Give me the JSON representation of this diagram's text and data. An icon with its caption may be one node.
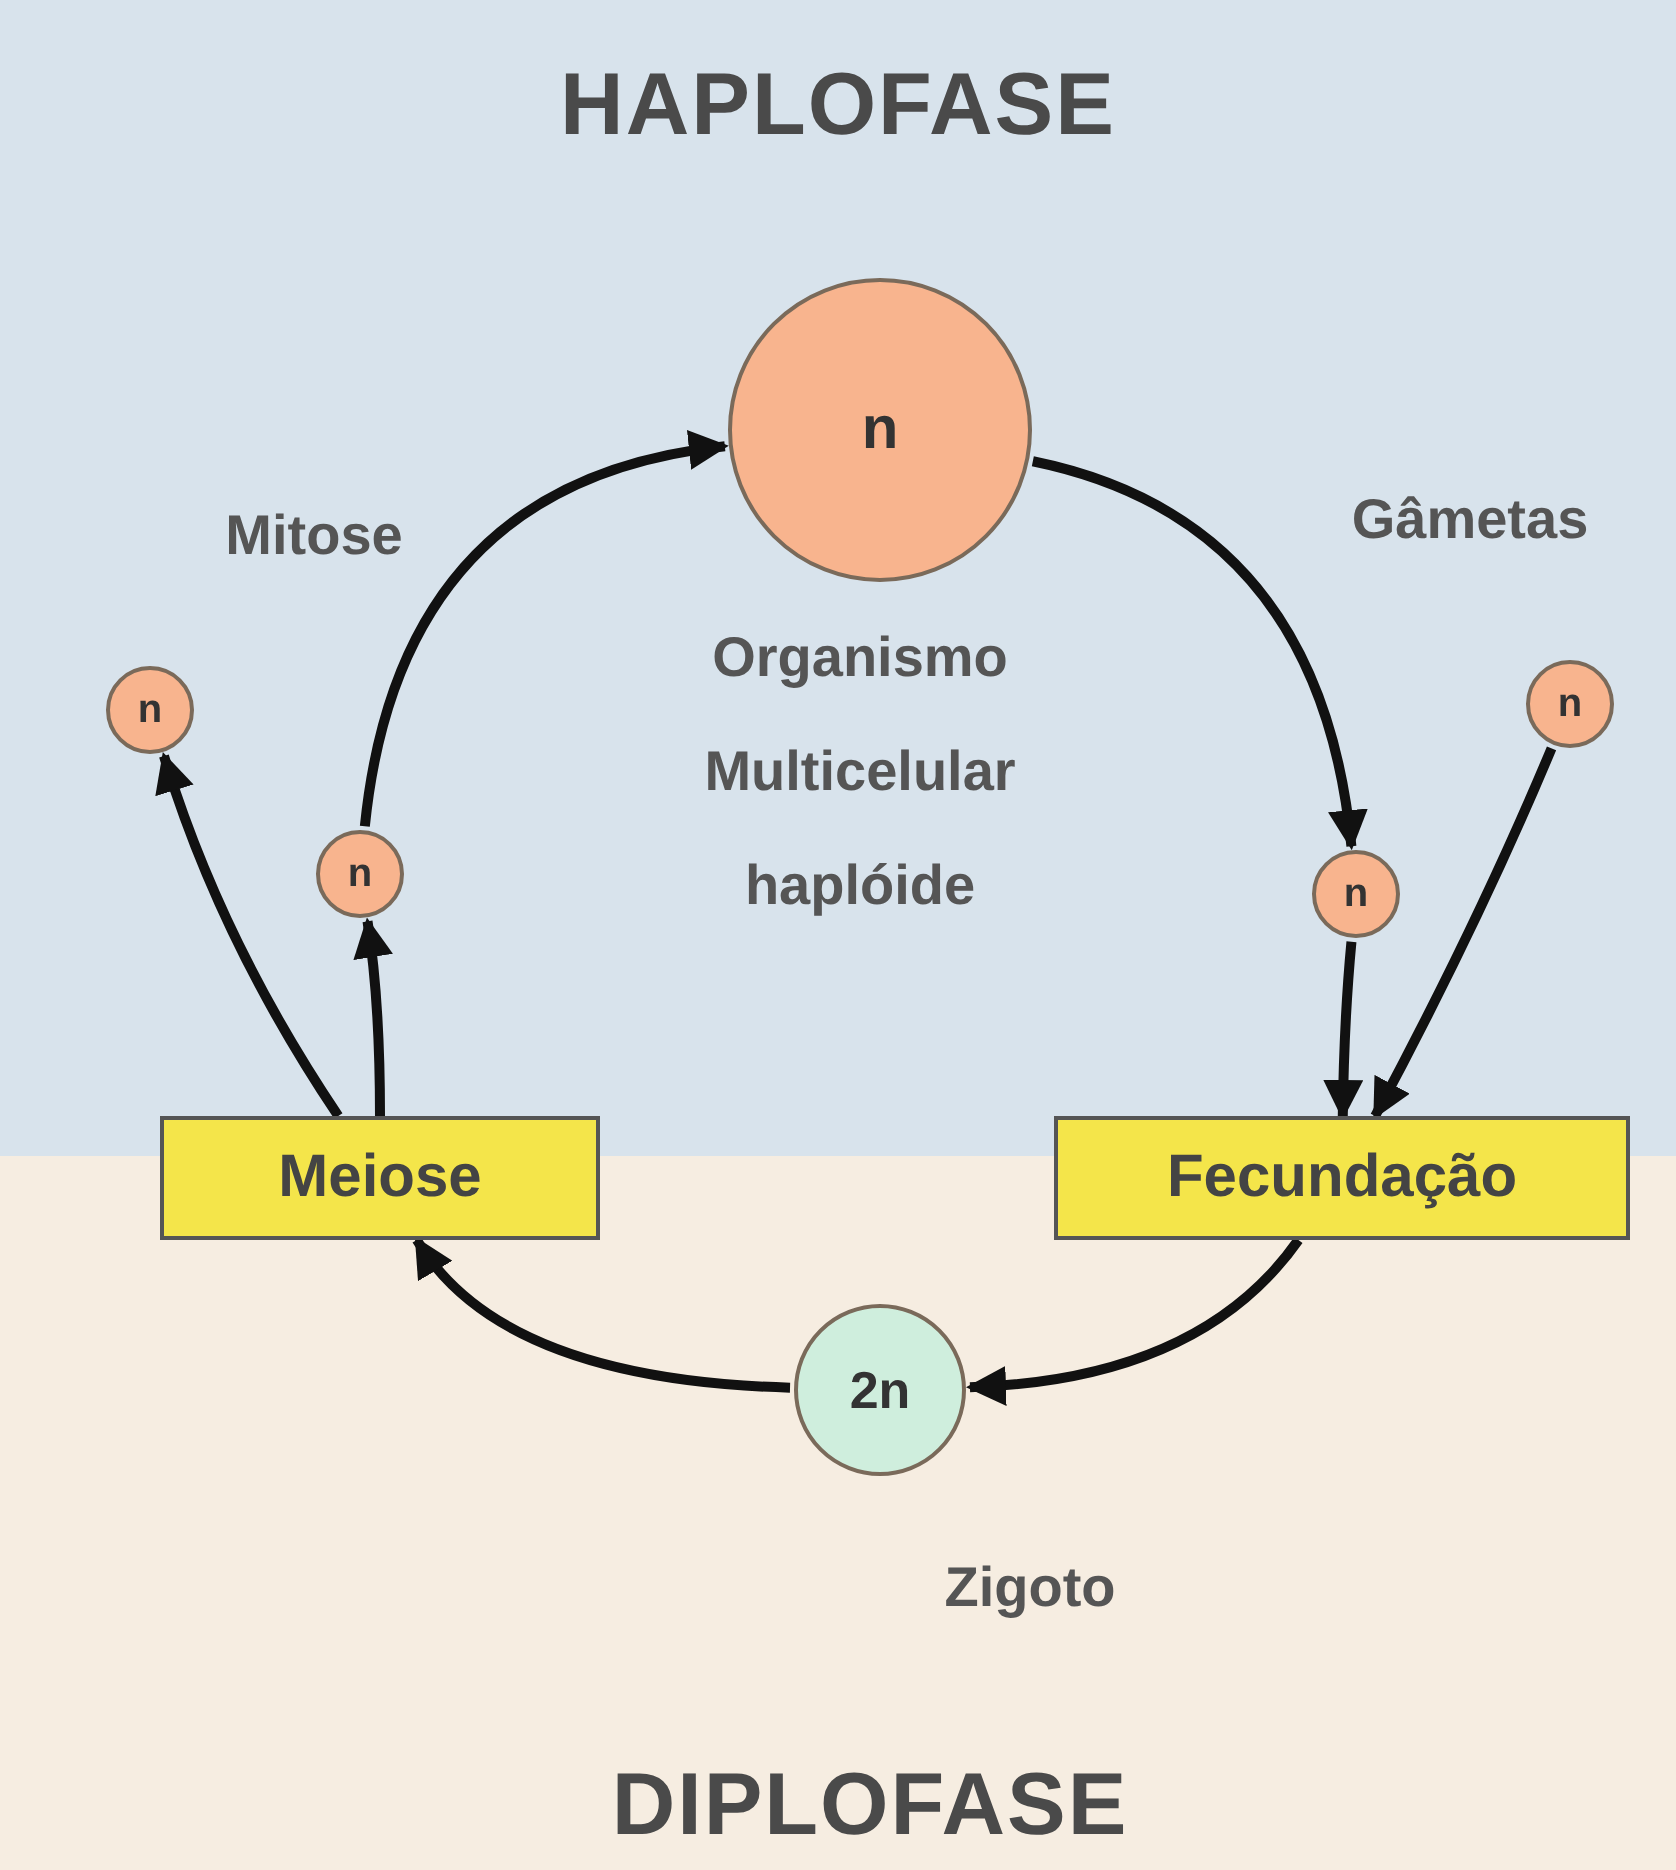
{
  "diagram": {
    "nodes": [
      {
        "text": [
          "n"
        ],
        "beside": [
          "Organismo Multicelular haplóide"
        ]
      },
      {
        "text": [
          "n"
        ]
      },
      {
        "text": [
          "n"
        ]
      },
      {
        "text": [
          "n"
        ]
      },
      {
        "text": [
          "n"
        ]
      },
      {
        "text": [
          "Meiose"
        ]
      },
      {
        "text": [
          "Fecundação"
        ]
      },
      {
        "text": [
          "2n"
        ],
        "beside": [
          "Zigoto"
        ]
      }
    ],
    "edges": [
      {
        "from": 5,
        "to": 1,
        "arrow": "to"
      },
      {
        "from": 5,
        "to": 3,
        "arrow": "to"
      },
      {
        "from": 3,
        "to": 0,
        "arrow": "to"
      },
      {
        "from": 0,
        "to": 4,
        "arrow": "to"
      },
      {
        "from": 4,
        "to": 6,
        "arrow": "to"
      },
      {
        "from": 2,
        "to": 6,
        "arrow": "to"
      },
      {
        "from": 6,
        "to": 7,
        "arrow": "to"
      },
      {
        "from": 7,
        "to": 5,
        "arrow": "to"
      }
    ],
    "labels": [
      "HAPLOFASE",
      "Mitose",
      "Gâmetas",
      "DIPLOFASE"
    ]
  }
}
